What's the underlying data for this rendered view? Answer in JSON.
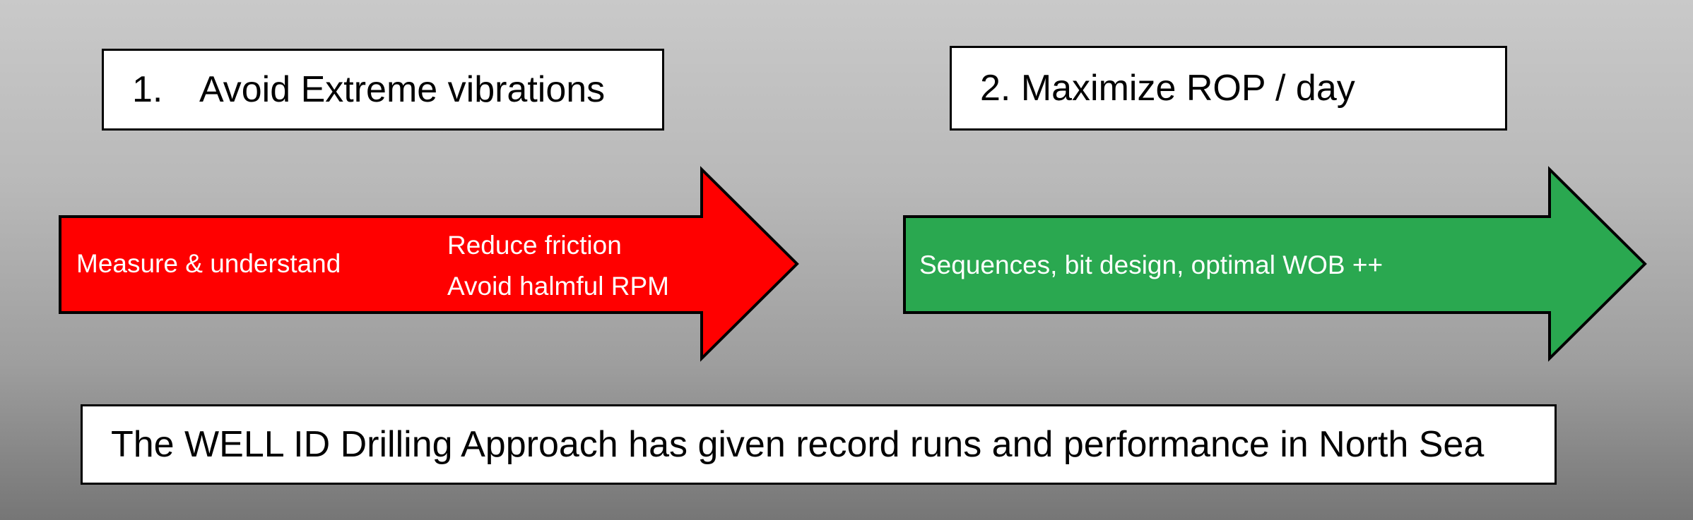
{
  "goals": [
    {
      "number": "1.",
      "text": "Avoid Extreme vibrations"
    },
    {
      "text": "2. Maximize ROP / day"
    }
  ],
  "arrows": [
    {
      "color": "#ff0000",
      "labels": [
        "Measure & understand",
        "Reduce friction",
        "Avoid halmful RPM"
      ]
    },
    {
      "color": "#2aa850",
      "labels": [
        "Sequences, bit design, optimal WOB ++"
      ]
    }
  ],
  "summary": "The WELL ID Drilling Approach has given record runs and performance in North Sea"
}
